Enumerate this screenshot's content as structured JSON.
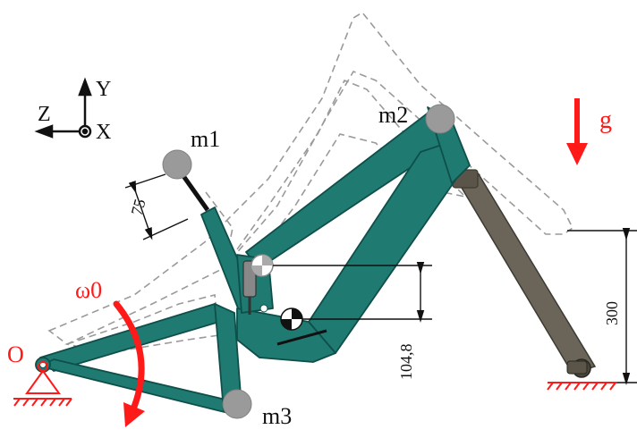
{
  "labels": {
    "m1": "m1",
    "m2": "m2",
    "m3": "m3",
    "gravity": "g",
    "omega": "ω0",
    "pivot": "O",
    "axis_y": "Y",
    "axis_z": "Z",
    "axis_x": "X"
  },
  "dimensions": {
    "seatpost_offset": "75",
    "cg_offset": "104,8",
    "fork_height": "300"
  },
  "colors": {
    "frame": "#1f7a72",
    "frame_dark": "#0f4f4a",
    "fork": "#6a6558",
    "mass": "#9a9a9a",
    "accent": "#ff1a1a",
    "ghost": "#9a9a9a"
  }
}
